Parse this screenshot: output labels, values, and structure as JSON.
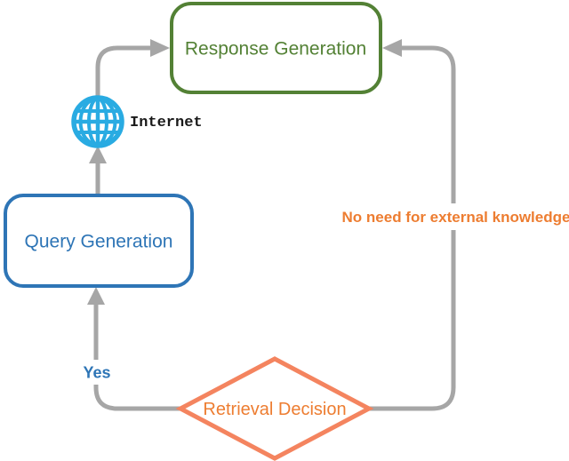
{
  "figure": {
    "type": "flowchart",
    "description": "Retrieval-augmented generation decision loop"
  },
  "colors": {
    "green": "#538135",
    "blue": "#2E75B6",
    "orange": "#ED7D31",
    "salmon": "#F4845F",
    "gray": "#A6A6A6",
    "cyan": "#29ABE2",
    "ink": "#1a1a1a",
    "white": "#ffffff"
  },
  "nodes": {
    "response_generation": {
      "label": "Response Generation",
      "shape": "rounded-rect"
    },
    "query_generation": {
      "label": "Query Generation",
      "shape": "rounded-rect"
    },
    "retrieval_decision": {
      "label": "Retrieval Decision",
      "shape": "diamond"
    },
    "internet": {
      "label": "Internet",
      "icon": "globe-icon"
    }
  },
  "edges": {
    "yes_branch": {
      "label": "Yes",
      "from": "retrieval_decision",
      "to": "query_generation"
    },
    "no_branch": {
      "label": "No need for external knowledge",
      "from": "retrieval_decision",
      "to": "response_generation"
    },
    "query_to_internet": {
      "label": "",
      "from": "query_generation",
      "to": "internet"
    },
    "internet_to_response": {
      "label": "",
      "from": "internet",
      "to": "response_generation"
    }
  }
}
